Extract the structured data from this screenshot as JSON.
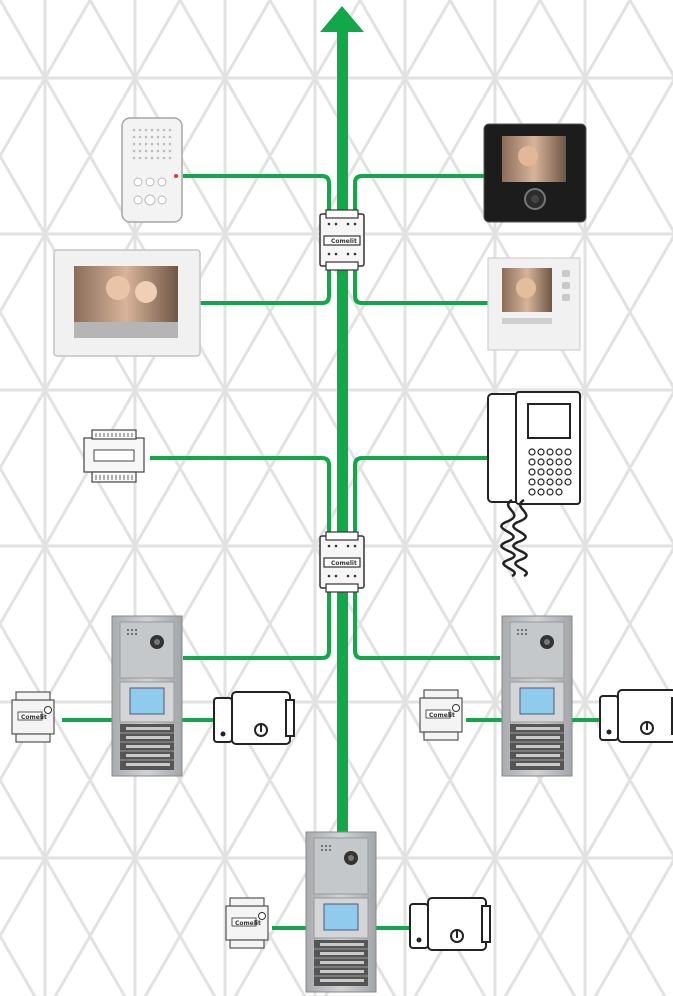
{
  "colors": {
    "bus": "#12a84a",
    "background_grid": "#dcdcdc",
    "device_body": "#f2f2f2",
    "device_edge": "#8c8c8c",
    "panel_metal": "#b9bcbf",
    "lcd": "#7fc4e8"
  },
  "brand_labels": {
    "splitter_top": "Comelit",
    "splitter_bottom": "Comelit",
    "power_supply_left": "Comelit",
    "power_supply_right": "Comelit",
    "power_supply_bottom": "Comelit"
  },
  "icons": [
    "bus-riser-arrow-icon",
    "audio-intercom-icon",
    "video-monitor-7in-icon",
    "video-monitor-black-icon",
    "video-monitor-compact-icon",
    "power-supply-icon",
    "video-handset-keypad-icon",
    "bus-splitter-icon",
    "door-entry-panel-icon",
    "electric-lock-icon"
  ]
}
